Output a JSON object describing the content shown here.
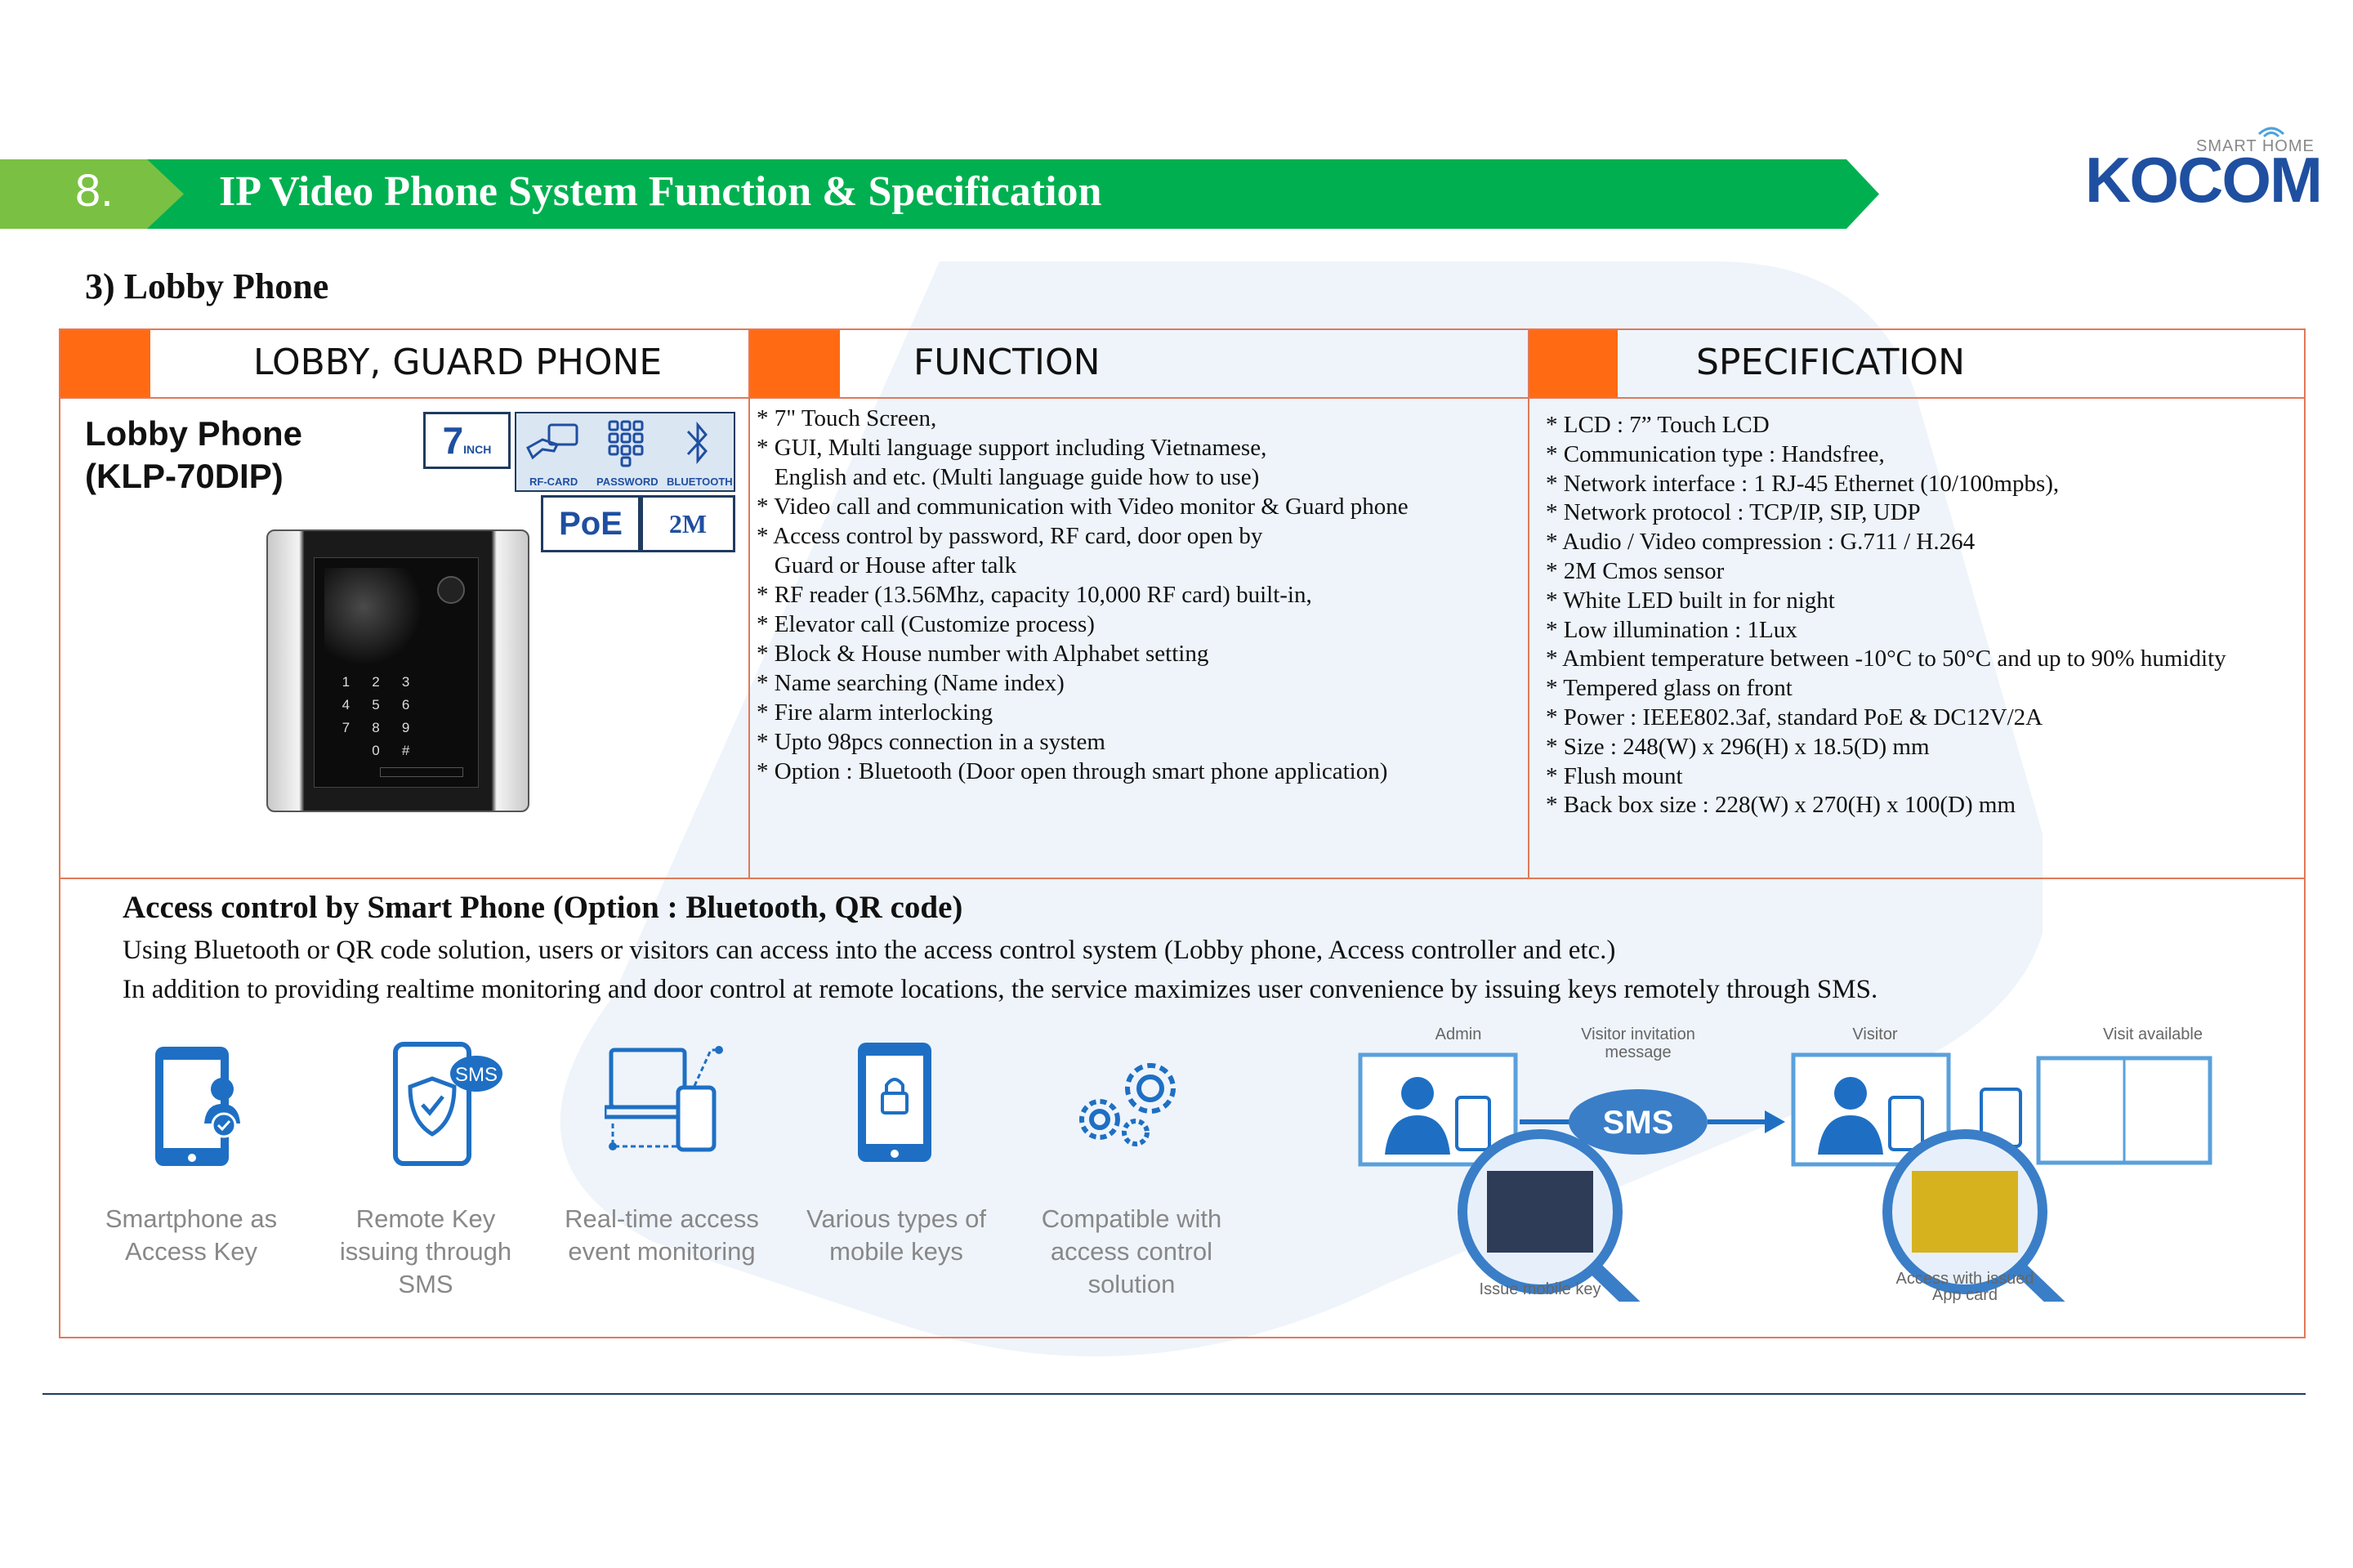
{
  "header": {
    "section_number": "8.",
    "title": "IP Video Phone System Function & Specification"
  },
  "logo": {
    "tagline": "SMART HOME",
    "brand": "KOCOM"
  },
  "section_title": "3) Lobby Phone",
  "columns": {
    "product": "LOBBY,  GUARD  PHONE",
    "function": "FUNCTION",
    "specification": "SPECIFICATION"
  },
  "product": {
    "name_line1": "Lobby Phone",
    "name_line2": "(KLP-70DIP)",
    "badges": {
      "screen": "7",
      "screen_unit": "INCH",
      "rf_card": "RF-CARD",
      "password": "PASSWORD",
      "bluetooth": "BLUETOOTH",
      "poe": "PoE",
      "camera": "2M"
    },
    "keypad": [
      "1",
      "2",
      "3",
      "4",
      "5",
      "6",
      "7",
      "8",
      "9",
      "",
      "0",
      "#"
    ]
  },
  "functions": [
    "* 7\" Touch Screen,",
    "* GUI, Multi language support including Vietnamese,",
    "   English and etc. (Multi language guide how to use)",
    "* Video call and communication with Video monitor & Guard phone",
    "* Access control by password, RF card, door open by",
    "   Guard or House after talk",
    "* RF reader (13.56Mhz, capacity 10,000 RF card) built-in,",
    "* Elevator call (Customize process)",
    "* Block & House number with Alphabet setting",
    "* Name searching (Name index)",
    "* Fire alarm interlocking",
    "* Upto 98pcs connection in a system",
    "* Option : Bluetooth (Door open through smart phone application)"
  ],
  "specifications": [
    "* LCD : 7” Touch LCD",
    "* Communication type : Handsfree,",
    "* Network interface : 1 RJ-45 Ethernet (10/100mpbs),",
    "* Network protocol : TCP/IP, SIP, UDP",
    "* Audio / Video compression : G.711 / H.264",
    "* 2M Cmos sensor",
    "* White LED built in for night",
    "* Low illumination : 1Lux",
    "* Ambient temperature between -10°C to 50°C and up to 90% humidity",
    "* Tempered glass on front",
    "* Power : IEEE802.3af, standard PoE & DC12V/2A",
    "* Size : 248(W) x 296(H) x 18.5(D) mm",
    "* Flush mount",
    "* Back box size : 228(W) x 270(H) x 100(D) mm"
  ],
  "access": {
    "title": "Access control by Smart Phone (Option : Bluetooth, QR code)",
    "line1": "Using Bluetooth or QR code solution, users or visitors can access into the access control system (Lobby phone, Access controller and etc.)",
    "line2": "In addition to providing realtime monitoring and door control at remote locations, the service maximizes user convenience by issuing keys remotely through SMS.",
    "features": [
      {
        "icon": "smartphone-key-icon",
        "lines": [
          "Smartphone as",
          "Access Key"
        ]
      },
      {
        "icon": "sms-shield-icon",
        "lines": [
          "Remote Key",
          "issuing through",
          "SMS"
        ],
        "badge": "SMS"
      },
      {
        "icon": "monitor-devices-icon",
        "lines": [
          "Real-time access",
          "event monitoring"
        ]
      },
      {
        "icon": "mobile-lock-icon",
        "lines": [
          "Various types of",
          "mobile keys"
        ]
      },
      {
        "icon": "gears-icon",
        "lines": [
          "Compatible with",
          "access control",
          "solution"
        ]
      }
    ],
    "diagram": {
      "admin": "Admin",
      "invitation_line1": "Visitor invitation",
      "invitation_line2": "message",
      "sms": "SMS",
      "visitor": "Visitor",
      "visit_available": "Visit available",
      "issue_key": "Issue mobile key",
      "access_issued_line1": "Access with issued",
      "access_issued_line2": "App card"
    }
  },
  "colors": {
    "green": "#00b050",
    "light_green": "#7ac143",
    "orange": "#ff6a13",
    "table_border": "#e0795a",
    "brand_blue": "#1f4fa0",
    "icon_blue": "#1e6fc4"
  }
}
